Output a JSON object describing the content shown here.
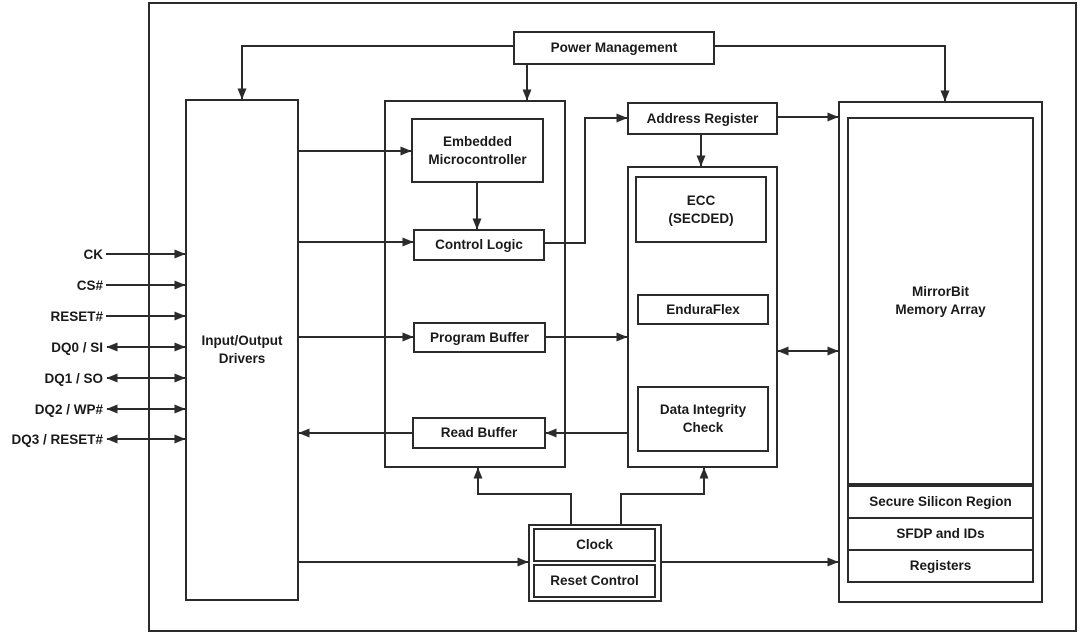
{
  "blocks": {
    "power_management": {
      "label": "Power Management"
    },
    "io_drivers": {
      "lines": [
        "Input/Output",
        "Drivers"
      ]
    },
    "embedded_microcontroller": {
      "lines": [
        "Embedded",
        "Microcontroller"
      ]
    },
    "control_logic": {
      "label": "Control Logic"
    },
    "program_buffer": {
      "label": "Program Buffer"
    },
    "read_buffer": {
      "label": "Read Buffer"
    },
    "address_register": {
      "label": "Address Register"
    },
    "ecc": {
      "lines": [
        "ECC",
        "(SECDED)"
      ]
    },
    "enduraflex": {
      "label": "EnduraFlex"
    },
    "data_integrity_check": {
      "lines": [
        "Data Integrity",
        "Check"
      ]
    },
    "mirrorbit_memory_array": {
      "lines": [
        "MirrorBit",
        "Memory Array"
      ]
    },
    "secure_silicon_region": {
      "label": "Secure Silicon Region"
    },
    "sfdp_and_ids": {
      "label": "SFDP and IDs"
    },
    "registers": {
      "label": "Registers"
    },
    "clock": {
      "label": "Clock"
    },
    "reset_control": {
      "label": "Reset Control"
    }
  },
  "signals": [
    {
      "label": "CK",
      "direction": "input"
    },
    {
      "label": "CS#",
      "direction": "input"
    },
    {
      "label": "RESET#",
      "direction": "input"
    },
    {
      "label": "DQ0 / SI",
      "direction": "bidirectional"
    },
    {
      "label": "DQ1 / SO",
      "direction": "bidirectional"
    },
    {
      "label": "DQ2 / WP#",
      "direction": "bidirectional"
    },
    {
      "label": "DQ3 / RESET#",
      "direction": "bidirectional"
    }
  ],
  "colors": {
    "line": "#2b2b2b",
    "text": "#1a1a1a",
    "background": "#ffffff"
  }
}
